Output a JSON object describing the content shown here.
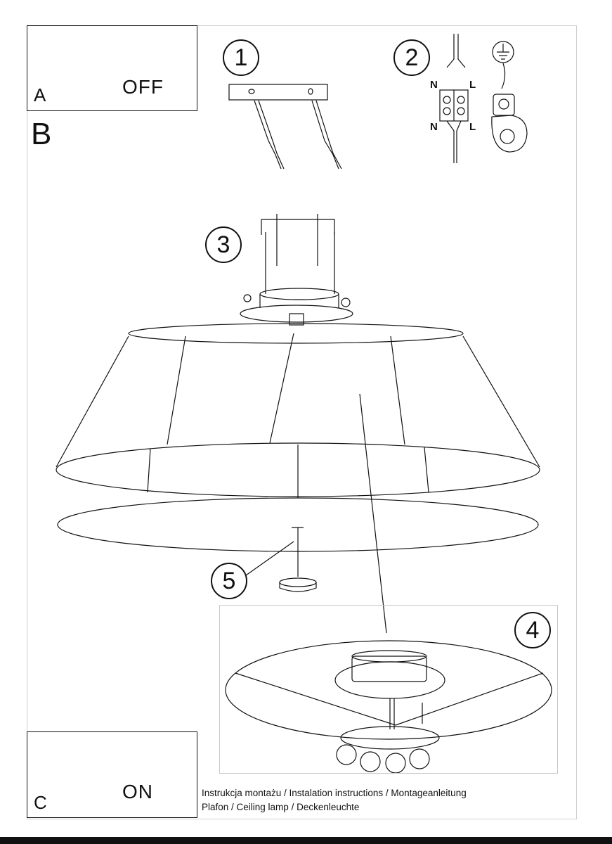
{
  "steps": {
    "a": {
      "letter": "A",
      "action": "OFF"
    },
    "b": {
      "letter": "B"
    },
    "c": {
      "letter": "C",
      "action": "ON"
    },
    "numbers": [
      "1",
      "2",
      "3",
      "4",
      "5"
    ]
  },
  "wiring": {
    "neutral": "N",
    "live": "L"
  },
  "footer": {
    "line1": "Instrukcja montażu / Instalation instructions / Montageanleitung",
    "line2": "Plafon / Ceiling lamp / Deckenleuchte"
  }
}
